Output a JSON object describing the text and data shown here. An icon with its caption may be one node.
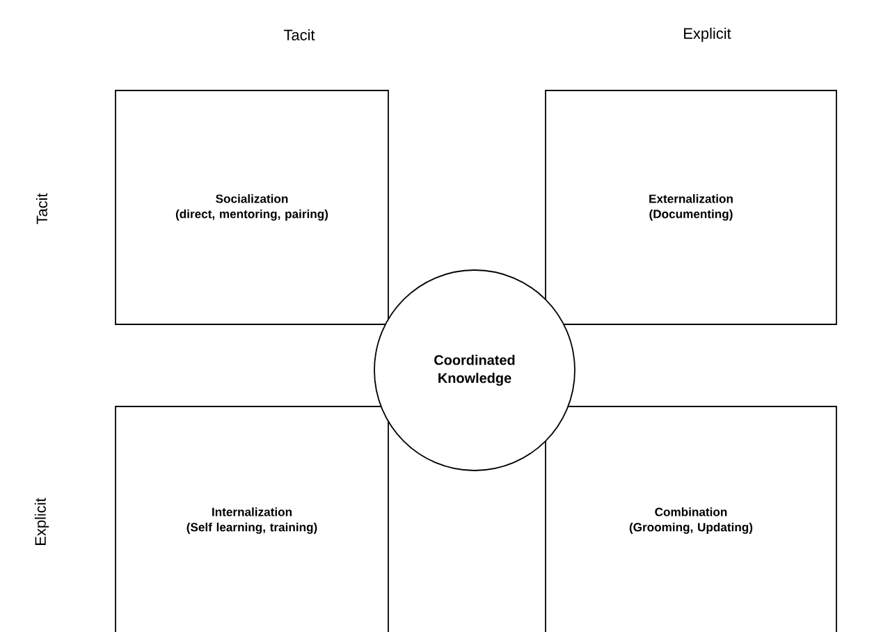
{
  "diagram": {
    "nodes": [
      {
        "text": [
          "Socialization",
          "(direct, mentoring, pairing)"
        ]
      },
      {
        "text": [
          "Externalization",
          "(Documenting)"
        ]
      },
      {
        "text": [
          "Internalization",
          "(Self learning, training)"
        ]
      },
      {
        "text": [
          "Combination",
          "(Grooming, Updating)"
        ]
      },
      {
        "text": [
          "Coordinated Knowledge"
        ]
      }
    ],
    "labels": [
      "Tacit",
      "Explicit",
      "Tacit",
      "Explicit"
    ]
  }
}
